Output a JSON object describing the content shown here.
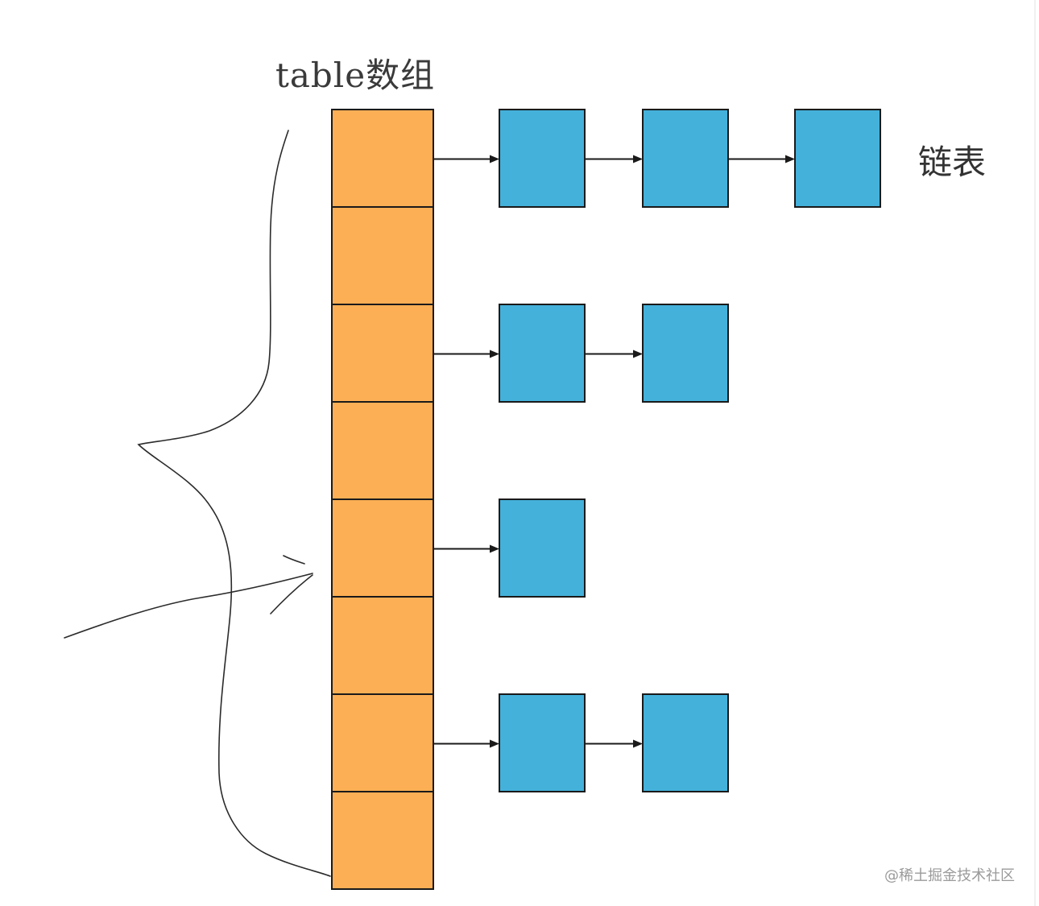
{
  "diagram": {
    "array_label": "table数组",
    "list_label": "链表",
    "watermark": "@稀土掘金技术社区",
    "bucket_count": 8,
    "chains": [
      {
        "bucket": 0,
        "nodes": 3
      },
      {
        "bucket": 2,
        "nodes": 2
      },
      {
        "bucket": 4,
        "nodes": 1
      },
      {
        "bucket": 6,
        "nodes": 2
      }
    ],
    "colors": {
      "bucket_fill": "#FCAF55",
      "node_fill": "#44B1DA",
      "stroke": "#1a1a1a",
      "sketch": "#2b2b2b"
    }
  }
}
